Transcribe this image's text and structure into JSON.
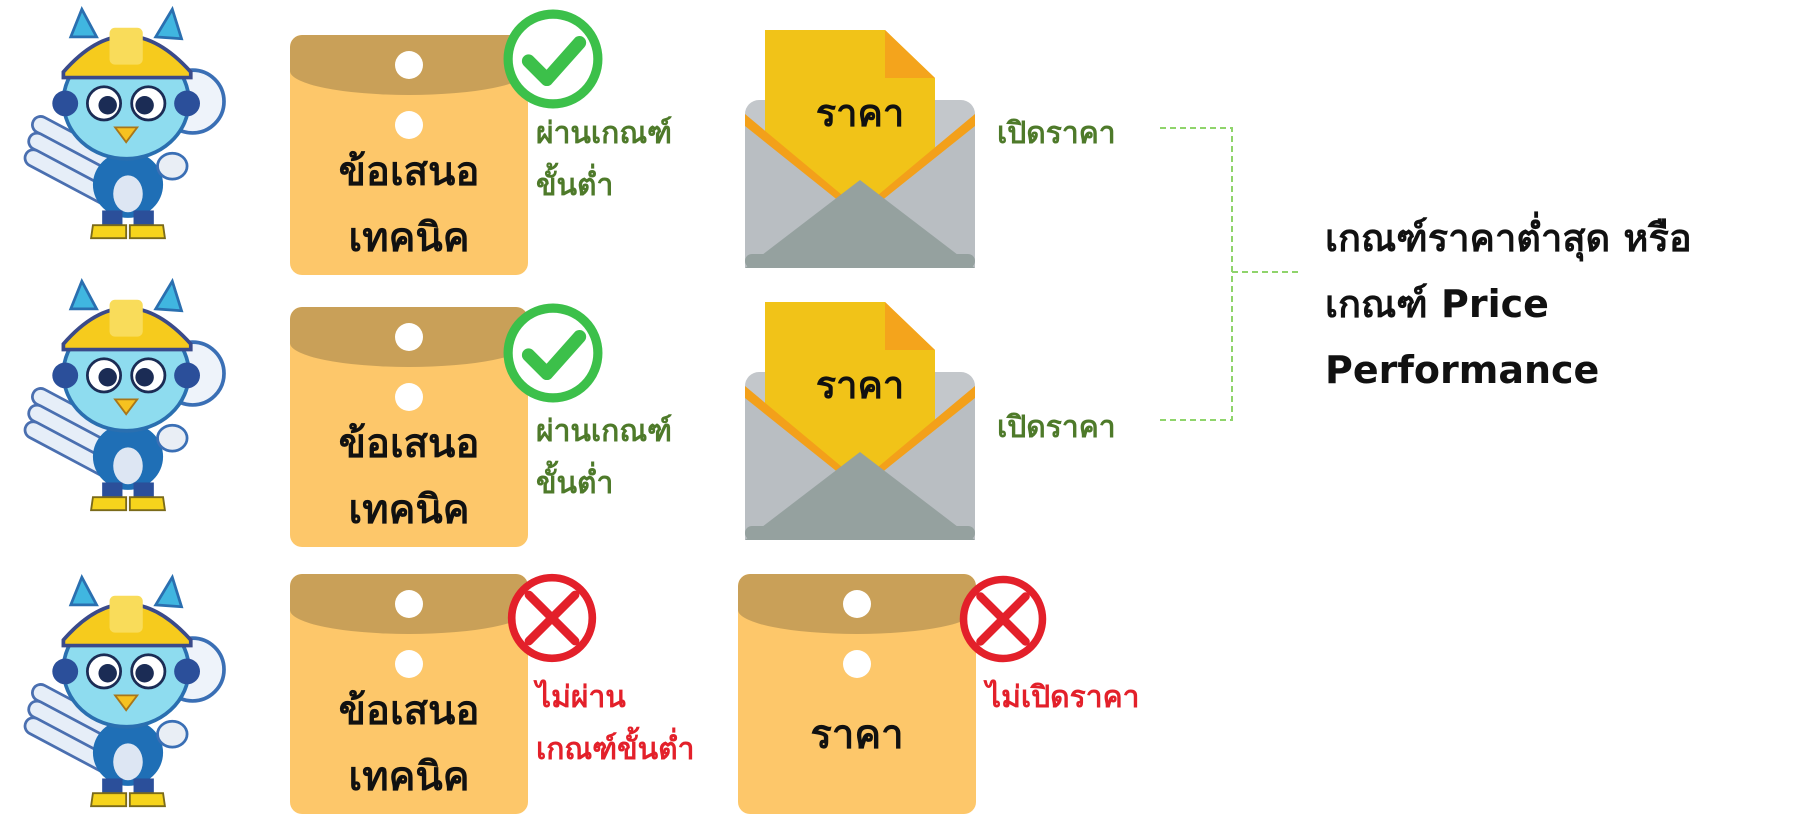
{
  "rows": [
    {
      "technical_label_line1": "ข้อเสนอ",
      "technical_label_line2": "เทคนิค",
      "status_line1": "ผ่านเกณฑ์",
      "status_line2": "ขั้นต่ำ",
      "status": "pass",
      "price_label": "ราคา",
      "price_action": "เปิดราคา"
    },
    {
      "technical_label_line1": "ข้อเสนอ",
      "technical_label_line2": "เทคนิค",
      "status_line1": "ผ่านเกณฑ์",
      "status_line2": "ขั้นต่ำ",
      "status": "pass",
      "price_label": "ราคา",
      "price_action": "เปิดราคา"
    },
    {
      "technical_label_line1": "ข้อเสนอ",
      "technical_label_line2": "เทคนิค",
      "status_line1": "ไม่ผ่าน",
      "status_line2": "เกณฑ์ขั้นต่ำ",
      "status": "fail",
      "price_label": "ราคา",
      "price_action": "ไม่เปิดราคา"
    }
  ],
  "result": {
    "line1": "เกณฑ์ราคาต่ำสุด หรือ",
    "line2": "เกณฑ์ Price Performance"
  },
  "colors": {
    "envelope": "#fdc76a",
    "flap": "#c9a058",
    "pass_green": "#4e7a2a",
    "check_green": "#3cc04a",
    "fail_red": "#e3202a",
    "connector": "#8fd46b"
  },
  "icons": [
    "mascot-engineer-icon",
    "check-circle-icon",
    "cross-circle-icon",
    "open-envelope-icon",
    "manila-envelope-icon"
  ]
}
